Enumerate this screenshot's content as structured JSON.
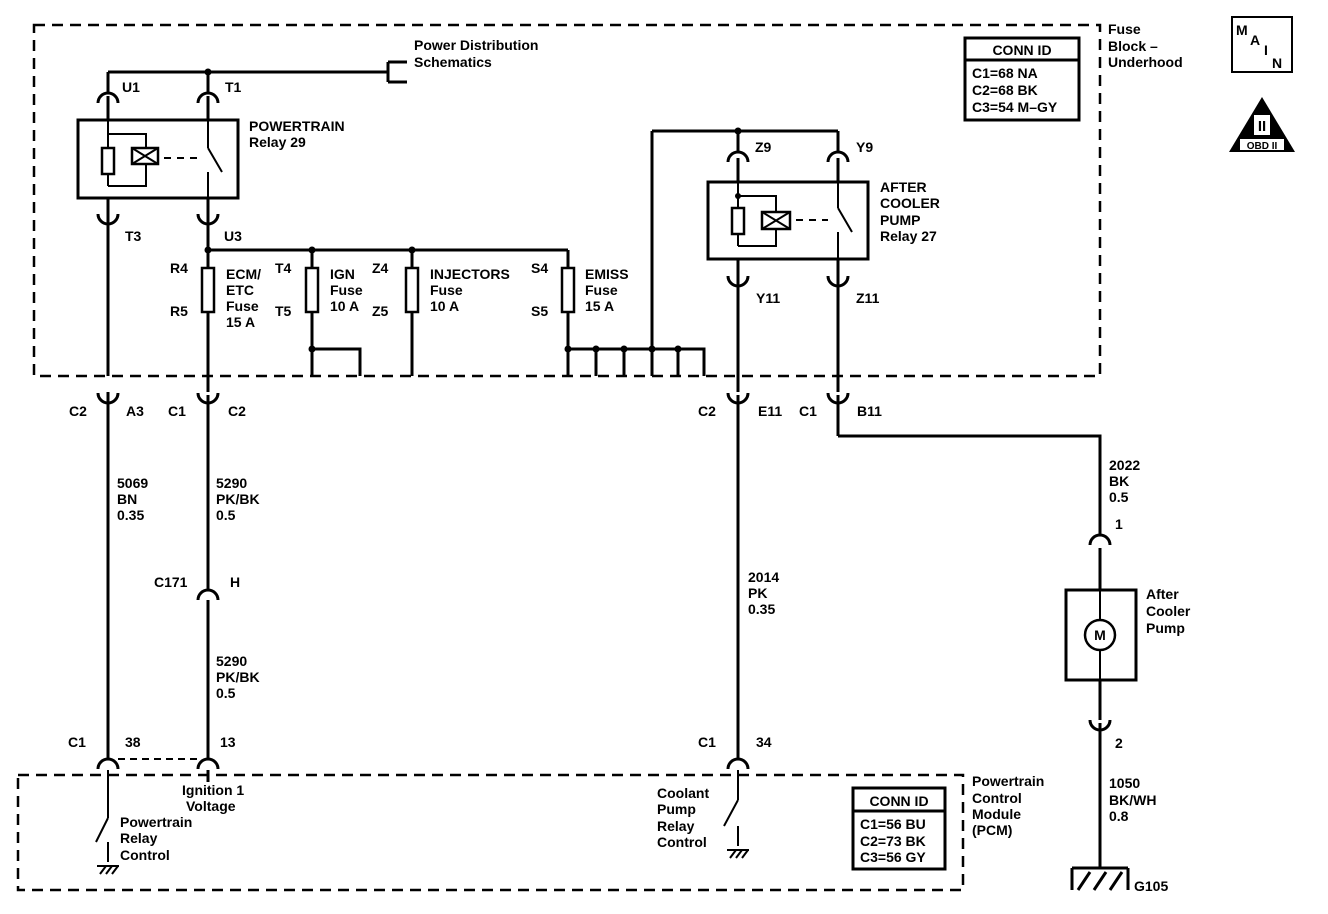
{
  "fuse_block": {
    "title_lines": [
      "Fuse",
      "Block –",
      "Underhood"
    ],
    "conn_id": {
      "header": "CONN ID",
      "rows": [
        "C1=68 NA",
        "C2=68 BK",
        "C3=54 M–GY"
      ]
    }
  },
  "pcm": {
    "title_lines": [
      "Powertrain",
      "Control",
      "Module",
      "(PCM)"
    ],
    "conn_id": {
      "header": "CONN ID",
      "rows": [
        "C1=56 BU",
        "C2=73 BK",
        "C3=56 GY"
      ]
    }
  },
  "badges": {
    "main_letters": [
      "M",
      "A",
      "I",
      "N"
    ],
    "obd_roman": "II",
    "obd_text": "OBD II"
  },
  "power_dist": [
    "Power Distribution",
    "Schematics"
  ],
  "relay29": {
    "name": [
      "POWERTRAIN",
      "Relay 29"
    ],
    "pins": {
      "top_left": "U1",
      "top_right": "T1",
      "bottom_left": "T3",
      "bottom_right": "U3"
    }
  },
  "relay27": {
    "name": [
      "AFTER",
      "COOLER",
      "PUMP",
      "Relay 27"
    ],
    "pins": {
      "top_left": "Z9",
      "top_right": "Y9",
      "bottom_left": "Y11",
      "bottom_right": "Z11"
    }
  },
  "fuses": [
    {
      "top_pin": "R4",
      "bottom_pin": "R5",
      "label": [
        "ECM/",
        "ETC",
        "Fuse",
        "15 A"
      ]
    },
    {
      "top_pin": "T4",
      "bottom_pin": "T5",
      "label": [
        "IGN",
        "Fuse",
        "10 A"
      ]
    },
    {
      "top_pin": "Z4",
      "bottom_pin": "Z5",
      "label": [
        "INJECTORS",
        "Fuse",
        "10 A"
      ]
    },
    {
      "top_pin": "S4",
      "bottom_pin": "S5",
      "label": [
        "EMISS",
        "Fuse",
        "15 A"
      ]
    }
  ],
  "connectors": {
    "a3": {
      "conn": "C2",
      "pin": "A3"
    },
    "c2": {
      "conn": "C1",
      "pin": "C2"
    },
    "e11": {
      "conn": "C2",
      "pin": "E11"
    },
    "b11": {
      "conn": "C1",
      "pin": "B11"
    },
    "c171": {
      "conn": "C171",
      "pin": "H"
    },
    "pcm38": {
      "conn": "C1",
      "pin": "38"
    },
    "pcm13": {
      "pin": "13"
    },
    "pcm34": {
      "conn": "C1",
      "pin": "34"
    },
    "pump1": {
      "pin": "1"
    },
    "pump2": {
      "pin": "2"
    }
  },
  "wires": {
    "w5069": [
      "5069",
      "BN",
      "0.35"
    ],
    "w5290a": [
      "5290",
      "PK/BK",
      "0.5"
    ],
    "w5290b": [
      "5290",
      "PK/BK",
      "0.5"
    ],
    "w2014": [
      "2014",
      "PK",
      "0.35"
    ],
    "w2022": [
      "2022",
      "BK",
      "0.5"
    ],
    "w1050": [
      "1050",
      "BK/WH",
      "0.8"
    ]
  },
  "pcm_labels": {
    "relay_control": [
      "Powertrain",
      "Relay",
      "Control"
    ],
    "ignition": [
      "Ignition 1",
      "Voltage"
    ],
    "pump_control": [
      "Coolant",
      "Pump",
      "Relay",
      "Control"
    ]
  },
  "pump": {
    "label": [
      "After",
      "Cooler",
      "Pump"
    ],
    "motor_symbol": "M"
  },
  "ground": {
    "label": "G105"
  }
}
